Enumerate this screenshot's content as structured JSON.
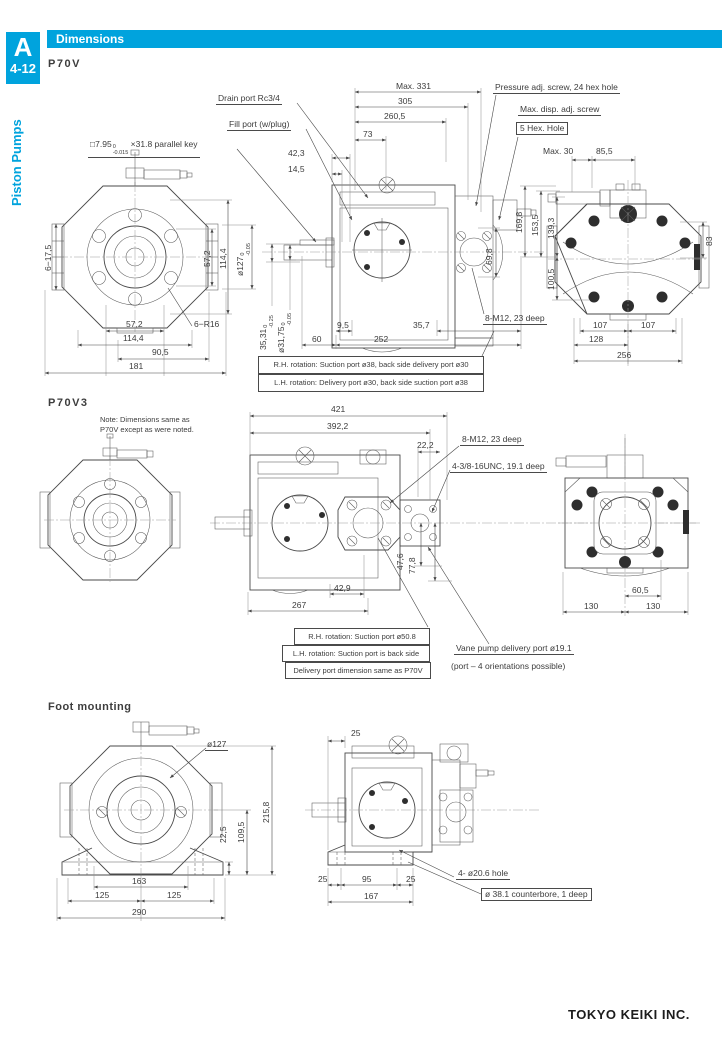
{
  "page": {
    "tab_letter": "A",
    "tab_number": "4-12",
    "sidebar_label": "Piston Pumps",
    "header_title": "Dimensions",
    "footer_text": "TOKYO KEIKI INC.",
    "accent_color": "#00a3dd"
  },
  "p70v": {
    "title": "P70V",
    "callout_drain": "Drain port Rc3/4",
    "callout_fill": "Fill port (w/plug)",
    "key_main": "□7.95",
    "key_tol_top": "0",
    "key_tol_bot": "-0.015",
    "key_rest": "×31.8 parallel key",
    "callout_pressure": "Pressure adj. screw, 24 hex hole",
    "callout_disp": "Max. disp. adj. screw",
    "callout_hex": "5 Hex. Hole",
    "callout_bolt": "8-M12, 23 deep",
    "callout_r16": "6−R16",
    "dim_max331": "Max. 331",
    "dim_305": "305",
    "dim_2605": "260,5",
    "dim_73": "73",
    "dim_423": "42,3",
    "dim_145": "14,5",
    "dim_617": "6−17,5",
    "dim_1144v": "114,4",
    "dim_572v": "57,2",
    "dim_572": "57,2",
    "dim_1144": "114,4",
    "dim_905": "90,5",
    "dim_181": "181",
    "dia127_main": "ø127",
    "dia127_top": "0",
    "dia127_bot": "-0.05",
    "dim_3531_main": "35,31",
    "dim_3531_top": "0",
    "dim_3531_bot": "-0.25",
    "dia3175_main": "ø31,75",
    "dia3175_top": "0",
    "dia3175_bot": "-0.05",
    "dim_95": "9,5",
    "dim_60": "60",
    "dim_252": "252",
    "dim_357": "35,7",
    "dim_698": "69,8",
    "dim_max30": "Max. 30",
    "dim_855": "85,5",
    "dim_1698": "169,8",
    "dim_1535": "153,5",
    "dim_1393": "139,3",
    "dim_1005": "100,5",
    "dim_83": "83",
    "dim_107a": "107",
    "dim_107b": "107",
    "dim_128": "128",
    "dim_256": "256",
    "note_rh": "R.H. rotation: Suction port ø38, back side delivery port ø30",
    "note_lh": "L.H. rotation: Delivery port ø30, back side suction port ø38"
  },
  "p70v3": {
    "title": "P70V3",
    "note_line1": "Note: Dimensions same as",
    "note_line2": "P70V except as were noted.",
    "dim_421": "421",
    "dim_3922": "392,2",
    "dim_222": "22,2",
    "callout_bolt": "8-M12, 23 deep",
    "callout_unc": "4-3/8-16UNC, 19.1 deep",
    "dim_429": "42,9",
    "dim_267": "267",
    "dim_476": "47,6",
    "dim_778": "77,8",
    "note_rh": "R.H. rotation: Suction port ø50.8",
    "note_lh": "L.H. rotation: Suction port is back side",
    "note_delivery": "Delivery port dimension same as P70V",
    "callout_vane1": "Vane pump delivery port ø19.1",
    "callout_vane2": "(port – 4 orientations possible)",
    "dim_605": "60,5",
    "dim_130a": "130",
    "dim_130b": "130"
  },
  "foot": {
    "title": "Foot mounting",
    "callout_dia": "ø127",
    "dim_2158": "215,8",
    "dim_1095": "109,5",
    "dim_225": "22,5",
    "dim_163": "163",
    "dim_125a": "125",
    "dim_125b": "125",
    "dim_290": "290",
    "dim_25top": "25",
    "dim_25a": "25",
    "dim_95": "95",
    "dim_25b": "25",
    "dim_167": "167",
    "callout_hole": "4- ø20.6 hole",
    "callout_cbore": "ø 38.1 counterbore, 1 deep"
  }
}
